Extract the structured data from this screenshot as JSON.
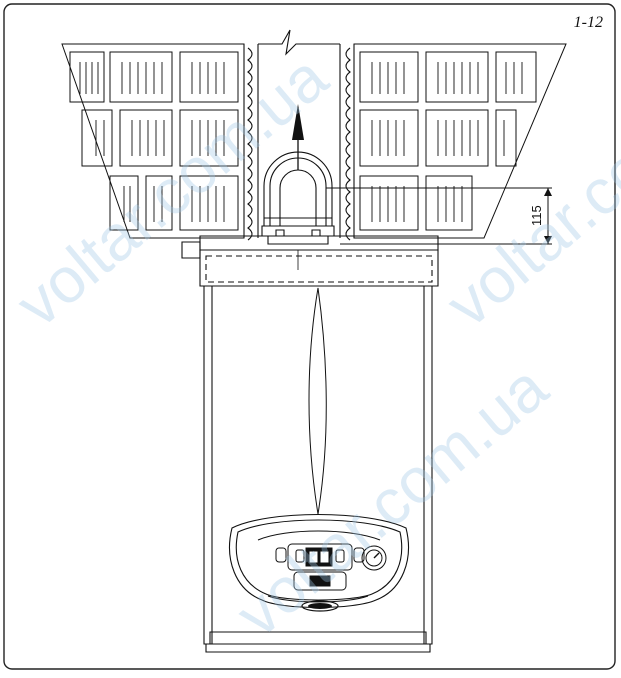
{
  "figure": {
    "label": "1-12",
    "dimension_value": "115"
  },
  "watermark": {
    "text": "voltar.com.ua"
  },
  "colors": {
    "line": "#111111",
    "frame": "#222222",
    "watermark": "#9fc7e6",
    "background": "#ffffff"
  }
}
